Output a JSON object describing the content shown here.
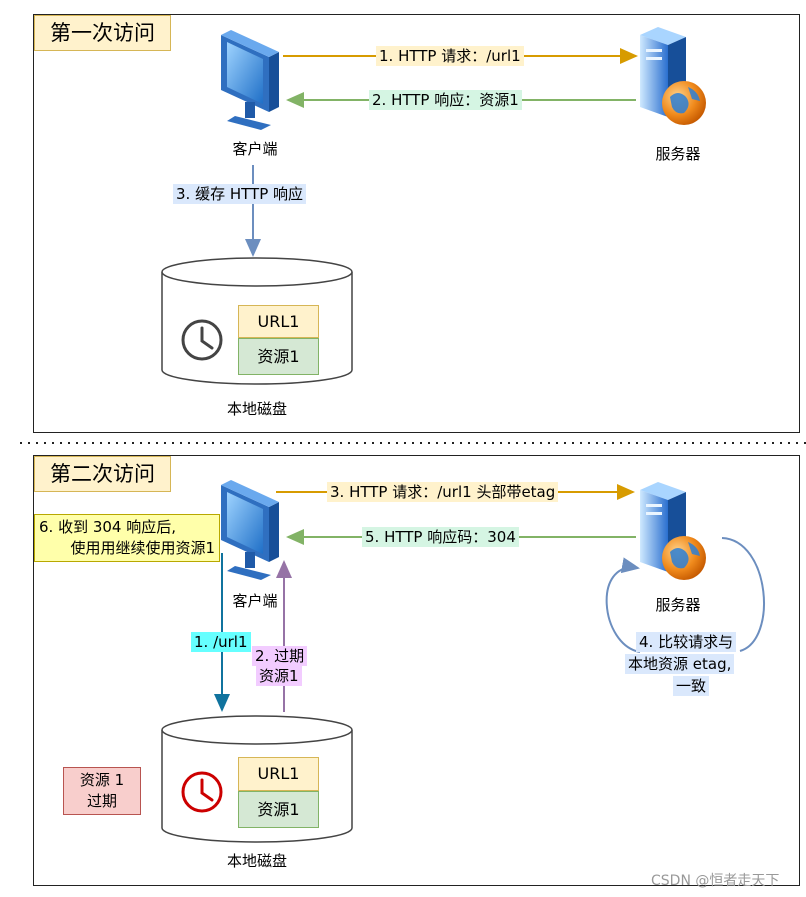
{
  "first_visit": {
    "title": "第一次访问",
    "client_label": "客户端",
    "server_label": "服务器",
    "disk_label": "本地磁盘",
    "arrows": {
      "request": "1. HTTP 请求：/url1",
      "response": "2. HTTP 响应：资源1",
      "cache": "3. 缓存 HTTP 响应"
    },
    "disk_cells": {
      "url": "URL1",
      "resource": "资源1"
    }
  },
  "second_visit": {
    "title": "第二次访问",
    "client_label": "客户端",
    "server_label": "服务器",
    "disk_label": "本地磁盘",
    "arrows": {
      "lookup": "1. /url1",
      "expired_line1": "2. 过期",
      "expired_line2": "资源1",
      "request": "3. HTTP 请求：/url1 头部带etag",
      "compare_line1": "4. 比较请求与",
      "compare_line2": "本地资源 etag,",
      "compare_line3": "一致",
      "response": "5. HTTP 响应码：304"
    },
    "note_line1": "6. 收到 304 响应后,",
    "note_line2": "使用用继续使用资源1",
    "expired_note_line1": "资源 1",
    "expired_note_line2": "过期",
    "disk_cells": {
      "url": "URL1",
      "resource": "资源1"
    }
  },
  "watermark": "CSDN @恒者走天下",
  "colors": {
    "request_arrow": "#d79b00",
    "response_arrow": "#82b366",
    "cache_arrow": "#6c8ebf",
    "lookup_arrow": "#10739e",
    "expired_arrow": "#9673a6",
    "expired_clock": "#cc0000",
    "normal_clock": "#444444"
  },
  "icons": {
    "client": "computer-monitor-icon",
    "server": "server-globe-icon",
    "clock": "clock-icon"
  }
}
